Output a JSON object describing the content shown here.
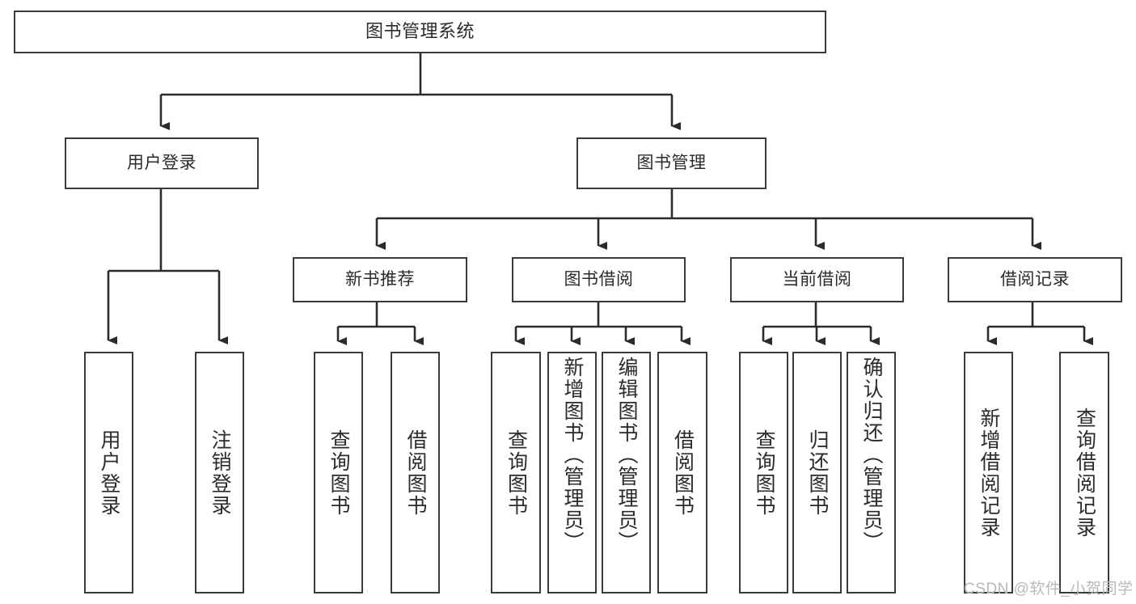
{
  "diagram": {
    "title": "图书管理系统",
    "type": "tree-structure-chart",
    "stroke_color": "#3a3a3a",
    "text_color": "#2b2b2b",
    "background": "#ffffff"
  },
  "root": {
    "label": "图书管理系统"
  },
  "level2": [
    {
      "id": "user-login",
      "label": "用户登录"
    },
    {
      "id": "book-manage",
      "label": "图书管理"
    }
  ],
  "level3": [
    {
      "id": "new-book-recommend",
      "label": "新书推荐"
    },
    {
      "id": "book-borrow",
      "label": "图书借阅"
    },
    {
      "id": "current-borrow",
      "label": "当前借阅"
    },
    {
      "id": "borrow-record",
      "label": "借阅记录"
    }
  ],
  "leaves": {
    "user_login": [
      {
        "id": "leaf-user-login",
        "label": "用户登录"
      },
      {
        "id": "leaf-user-logout",
        "label": "注销登录"
      }
    ],
    "new_book_recommend": [
      {
        "id": "leaf-query-book-1",
        "label": "查询图书"
      },
      {
        "id": "leaf-borrow-book-1",
        "label": "借阅图书"
      }
    ],
    "book_borrow": [
      {
        "id": "leaf-query-book-2",
        "label": "查询图书"
      },
      {
        "id": "leaf-add-book",
        "label": "新增图书（管理员）"
      },
      {
        "id": "leaf-edit-book",
        "label": "编辑图书（管理员）"
      },
      {
        "id": "leaf-borrow-book-2",
        "label": "借阅图书"
      }
    ],
    "current_borrow": [
      {
        "id": "leaf-query-book-3",
        "label": "查询图书"
      },
      {
        "id": "leaf-return-book",
        "label": "归还图书"
      },
      {
        "id": "leaf-confirm-return",
        "label": "确认归还（管理员）"
      }
    ],
    "borrow_record": [
      {
        "id": "leaf-add-record",
        "label": "新增借阅记录"
      },
      {
        "id": "leaf-query-record",
        "label": "查询借阅记录"
      }
    ]
  },
  "watermark": {
    "text": "CSDN @软件_小贺同学"
  }
}
